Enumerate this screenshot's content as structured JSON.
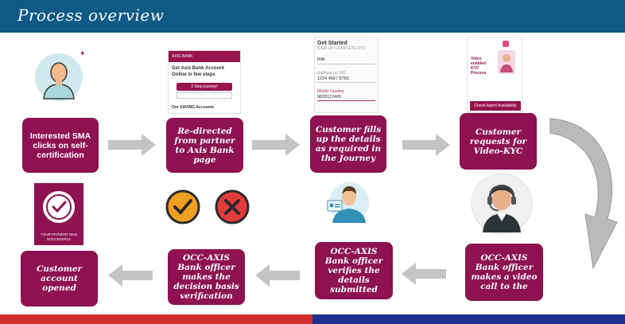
{
  "header": {
    "title": "Process overview"
  },
  "steps": [
    {
      "id": "s1",
      "text": "Interested SMA clicks on self-certification"
    },
    {
      "id": "s2",
      "text": "Re-directed from partner to Axis Bank page"
    },
    {
      "id": "s3",
      "text": "Customer fills up the details as required in the Journey"
    },
    {
      "id": "s4",
      "text": "Customer requests for Video-KYC"
    },
    {
      "id": "s5",
      "text": "OCC-AXIS Bank officer makes a video call to the"
    },
    {
      "id": "s6",
      "text": "OCC-AXIS Bank officer verifies the details submitted"
    },
    {
      "id": "s7",
      "text": "OCC-AXIS Bank officer makes the decision basis verification"
    },
    {
      "id": "s8",
      "text": "Customer account opened"
    }
  ],
  "screens": {
    "axis": {
      "brand": "AXIS BANK",
      "headline": "Get Axis Bank Account Online in few steps",
      "pill": "3 Step journey!",
      "section": "Our SAVING Accounts"
    },
    "form": {
      "title": "Get Started",
      "subtitle": "SIGN UP COMPLETE KYC",
      "f1_value": "Ritik",
      "f2_label": "Aadhaar no VID",
      "f2_value": "1234 4567 8765",
      "f3_label": "Mobile Number",
      "f3_value": "9828112465"
    },
    "vkyc": {
      "headline": "Video enabled KYC Process",
      "button": "Check Agent Availability"
    },
    "success": {
      "caption": "YOUR PAYMENT WAS SUCCESSFUL"
    }
  },
  "colors": {
    "box": "#8e1250",
    "header": "#0e5a86",
    "arrow": "#c4c4c4",
    "check": "#f0a020",
    "cross": "#e23b3b"
  }
}
